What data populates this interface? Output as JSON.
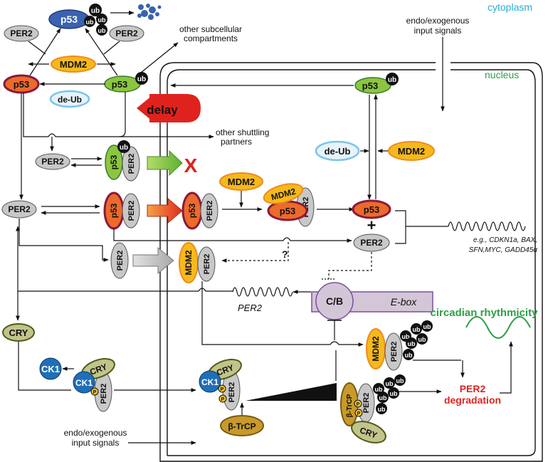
{
  "compartments": {
    "cytoplasm": "cytoplasm",
    "nucleus": "nucleus"
  },
  "labels": {
    "p53": "p53",
    "per2": "PER2",
    "mdm2": "MDM2",
    "ub": "ub",
    "deub": "de-Ub",
    "delay": "delay",
    "cb": "C/B",
    "ebox": "E-box",
    "cry": "CRY",
    "ck1": "CK1",
    "btrcp": "β-TrCP",
    "p": "P",
    "plus": "+",
    "question": "?",
    "block_x": "X",
    "per2_gene": "PER2"
  },
  "annotations": {
    "other_compartments_1": "other subcellular",
    "other_compartments_2": "compartments",
    "endo_top_1": "endo/exogenous",
    "endo_top_2": "input signals",
    "shuttling_1": "other shuttling",
    "shuttling_2": "partners",
    "targets_1": "e.g., CDKN1a, BAX,",
    "targets_2": "SFN,MYC, GADD45α",
    "circadian": "circadian rhythmicity",
    "degradation_1": "PER2",
    "degradation_2": "degradation",
    "endo_bottom_1": "endo/exogenous",
    "endo_bottom_2": "input signals"
  },
  "colors": {
    "p53_orange": "#ec6a2c",
    "p53_green": "#8cc63f",
    "p53_blue": "#3a62b0",
    "maroon": "#8b1a3a",
    "per2_gray": "#c8c8c8",
    "mdm2_yellow": "#f6b91c",
    "mdm2_edge": "#f08a1c",
    "deub_fill": "#e6f3fb",
    "deub_edge": "#7ac5e6",
    "cry_olive": "#c2c48a",
    "ck1_blue": "#1f6fb8",
    "btrcp_gold": "#c79a2a",
    "cb_fill": "#d3c6d6",
    "cb_edge": "#7b4f9c",
    "delay_red": "#e0221e",
    "green_text": "#2e9e47",
    "cyan_text": "#29abd4",
    "red_text": "#e0221e",
    "ub_black": "#111111"
  }
}
